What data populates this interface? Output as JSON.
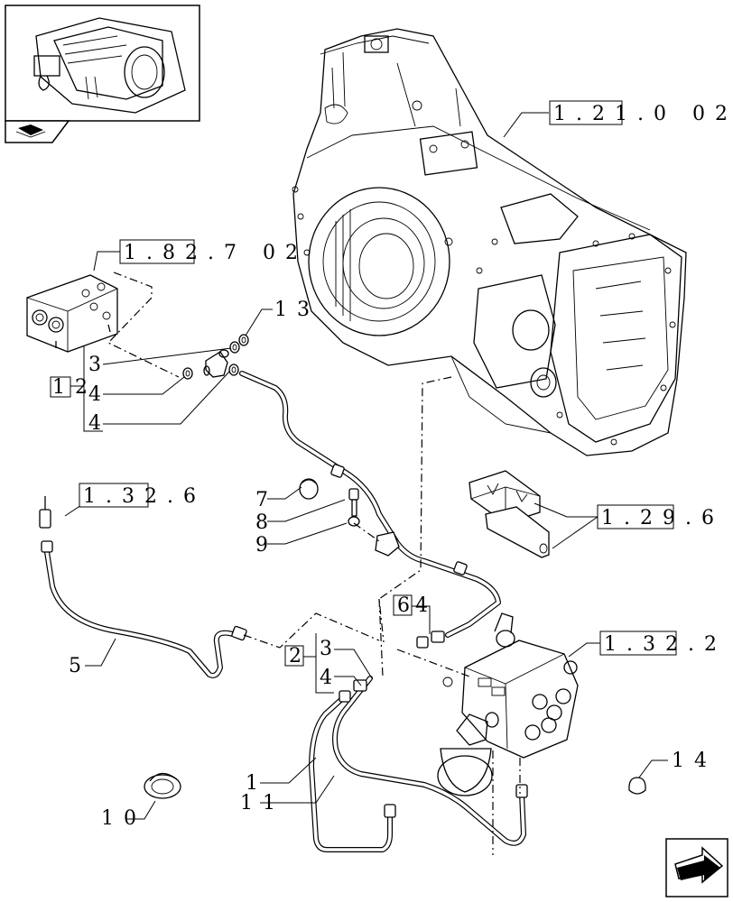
{
  "refs": {
    "r1": "1.21.0 02",
    "r2": "1.82.7 02",
    "r3": "1.32.6",
    "r4": "1.29.6",
    "r5": "1.32.2"
  },
  "callouts": {
    "c1": "1",
    "c2": "2",
    "c3": "3",
    "c4": "4",
    "c5": "5",
    "c6": "6",
    "c7": "7",
    "c8": "8",
    "c9": "9",
    "c10": "10",
    "c11": "11",
    "c12": "12",
    "c13": "13",
    "c14": "14"
  },
  "icons": {
    "thumbnail": "transmission-housing-thumbnail",
    "book_nav": "open-book-icon",
    "next_page": "next-page-arrow-icon"
  }
}
